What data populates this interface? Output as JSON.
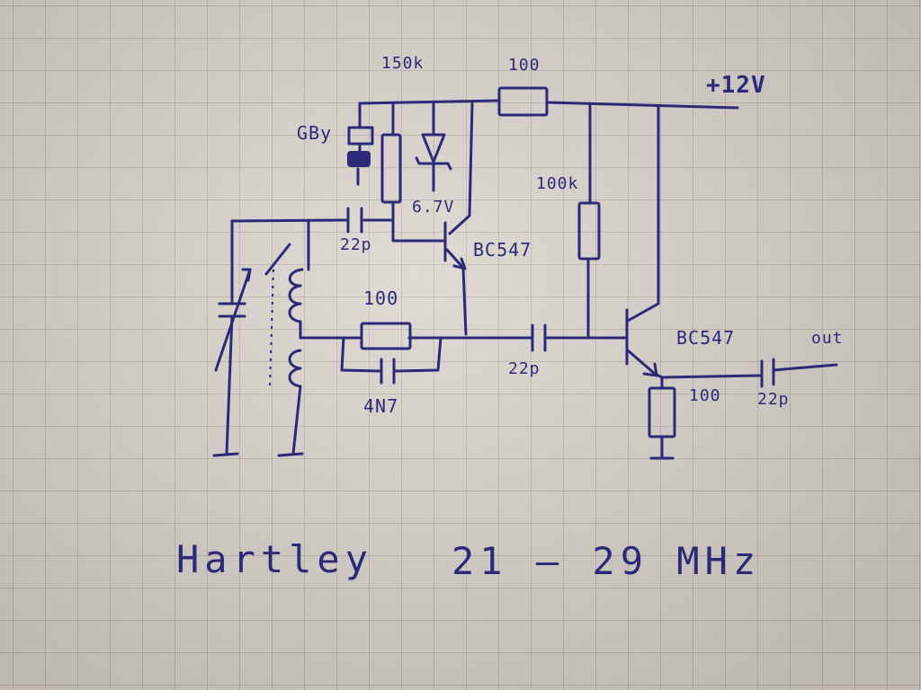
{
  "labels": {
    "r_150k": "150k",
    "r_100_top": "100",
    "supply": "+12V",
    "gby": "GBy",
    "zener": "6.7V",
    "c_22p_a": "22p",
    "q1": "BC547",
    "r_100k": "100k",
    "r_100_mid": "100",
    "c_4n7": "4N7",
    "c_22p_b": "22p",
    "q2": "BC547",
    "out": "out",
    "r_100_emitter": "100",
    "c_22p_out": "22p",
    "title": "Hartley",
    "freq": "21 – 29 MHz"
  },
  "colors": {
    "ink": "#2c2a78",
    "paper": "#d9d3cb"
  }
}
